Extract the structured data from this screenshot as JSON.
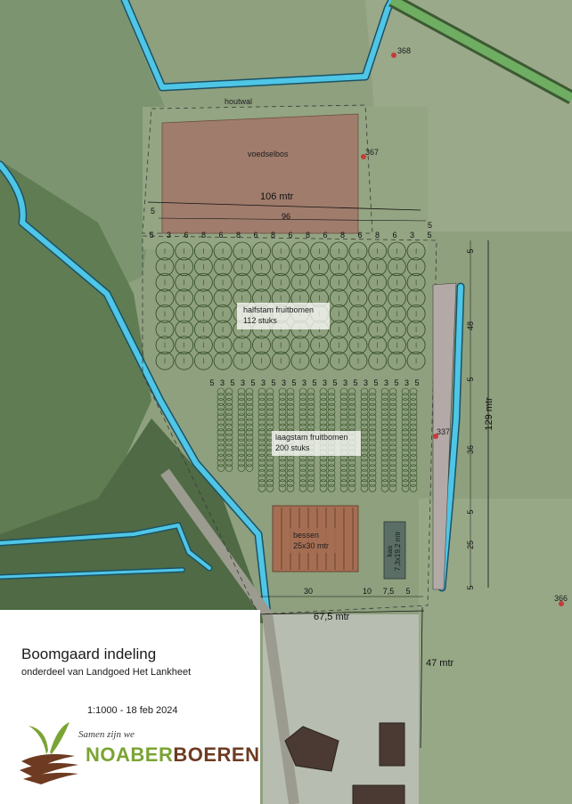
{
  "title": "Boomgaard indeling",
  "subtitle": "onderdeel van Landgoed Het Lankheet",
  "scale_date": "1:1000 - 18 feb 2024",
  "logo": {
    "slogan": "Samen zijn we",
    "brand_part1": "NOABER",
    "brand_part2": "BOEREN",
    "colors": {
      "green": "#7aa434",
      "brown": "#6e3b22"
    }
  },
  "areas": {
    "houtwal": "houtwal",
    "voedselbos": "voedselbos",
    "halfstam": {
      "line1": "halfstam fruitbomen",
      "line2": "112 stuks"
    },
    "laagstam": {
      "line1": "laagstam fruitbomen",
      "line2": "200 stuks"
    },
    "bessen": {
      "line1": "bessen",
      "line2": "25x30 mtr"
    },
    "kas": {
      "line1": "kas",
      "line2": "7,3x19,2 mtr"
    }
  },
  "points": {
    "p368": "368",
    "p367": "367",
    "p337": "337",
    "p366": "366"
  },
  "dimensions": {
    "width_106": "106 mtr",
    "width_96": "96",
    "top_5_left": "5",
    "top_5_right": "5",
    "width_67": "67,5 mtr",
    "length_129": "129 mtr",
    "dist_47": "47 mtr",
    "halfstam_spacing": [
      "5",
      "3",
      "6",
      "8",
      "6",
      "8",
      "6",
      "8",
      "6",
      "8",
      "6",
      "8",
      "6",
      "8",
      "6",
      "3",
      "5"
    ],
    "laagstam_spacing": [
      "5",
      "3",
      "5",
      "3",
      "5",
      "3",
      "5",
      "3",
      "5",
      "3",
      "5",
      "3",
      "5",
      "3",
      "5",
      "3",
      "5",
      "3",
      "5",
      "3",
      "5"
    ],
    "bottom_spacing": [
      "30",
      "10",
      "7,5",
      "5"
    ],
    "vertical": [
      "5",
      "48",
      "5",
      "36",
      "5",
      "25",
      "5"
    ]
  },
  "colors": {
    "ditch": "#4fc6e6",
    "voedselbos": "#a07c6c",
    "bessen": "#a56e53",
    "kas": "#5a6e66",
    "point": "#c83a3a"
  }
}
